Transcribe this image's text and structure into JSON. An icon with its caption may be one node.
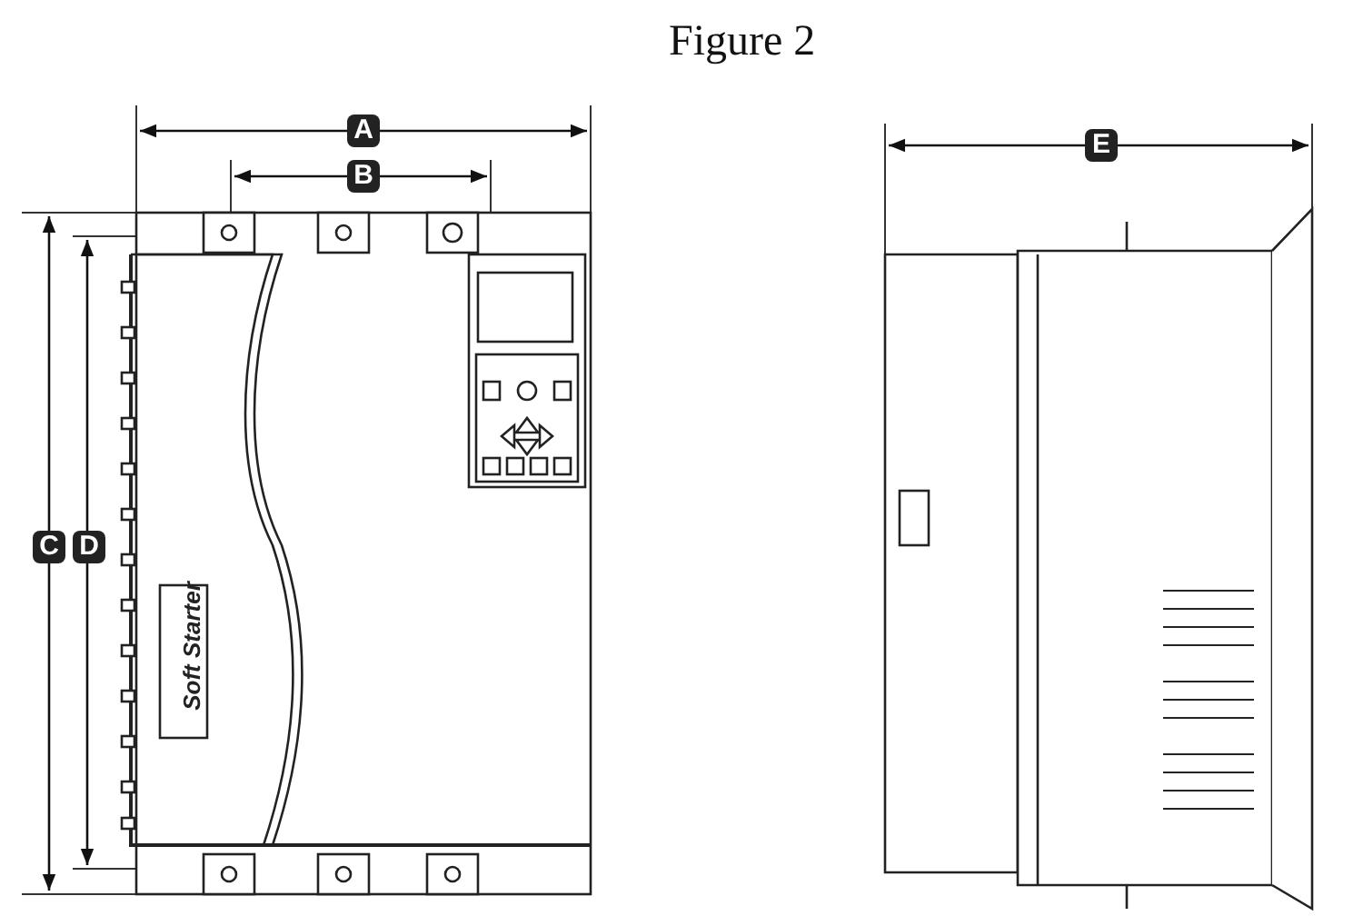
{
  "diagram": {
    "title": "Figure 2",
    "labels": [
      "A",
      "B",
      "C",
      "D",
      "E",
      "Soft Starter"
    ]
  }
}
